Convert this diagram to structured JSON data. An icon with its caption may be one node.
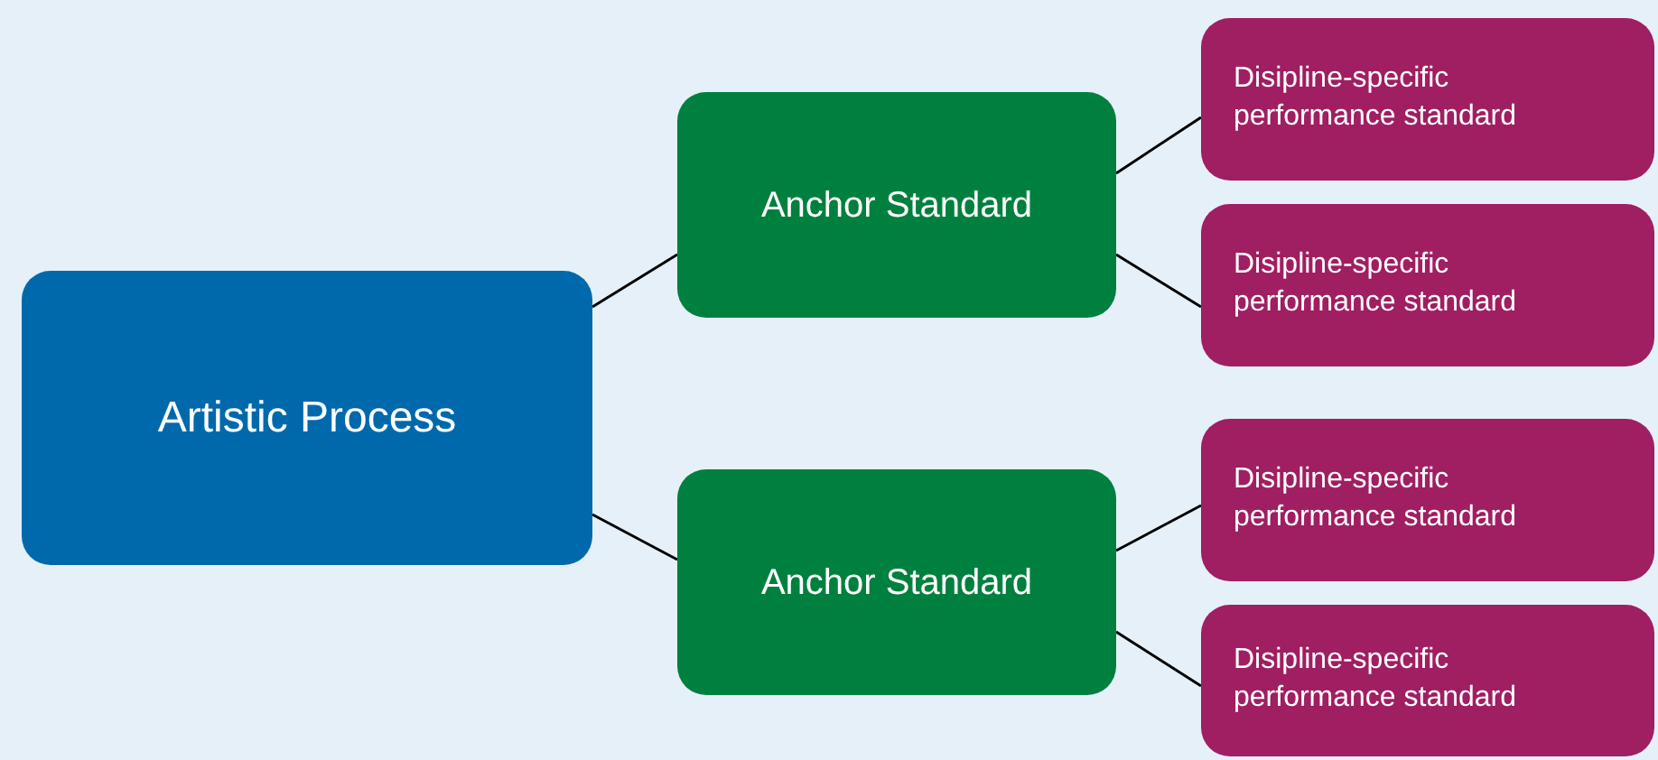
{
  "diagram": {
    "nodes": [
      {
        "text": [
          "Artistic Process"
        ]
      },
      {
        "text": [
          "Anchor Standard"
        ]
      },
      {
        "text": [
          "Disipline-specific performance standard"
        ]
      },
      {
        "text": [
          "Disipline-specific performance standard"
        ]
      },
      {
        "text": [
          "Anchor Standard"
        ]
      },
      {
        "text": [
          "Disipline-specific performance standard"
        ]
      },
      {
        "text": [
          "Disipline-specific performance standard"
        ]
      }
    ],
    "edges": [
      {
        "from": 0,
        "to": 1,
        "arrow": "none"
      },
      {
        "from": 0,
        "to": 4,
        "arrow": "none"
      },
      {
        "from": 1,
        "to": 2,
        "arrow": "none"
      },
      {
        "from": 1,
        "to": 3,
        "arrow": "none"
      },
      {
        "from": 4,
        "to": 5,
        "arrow": "none"
      },
      {
        "from": 4,
        "to": 6,
        "arrow": "none"
      }
    ]
  }
}
